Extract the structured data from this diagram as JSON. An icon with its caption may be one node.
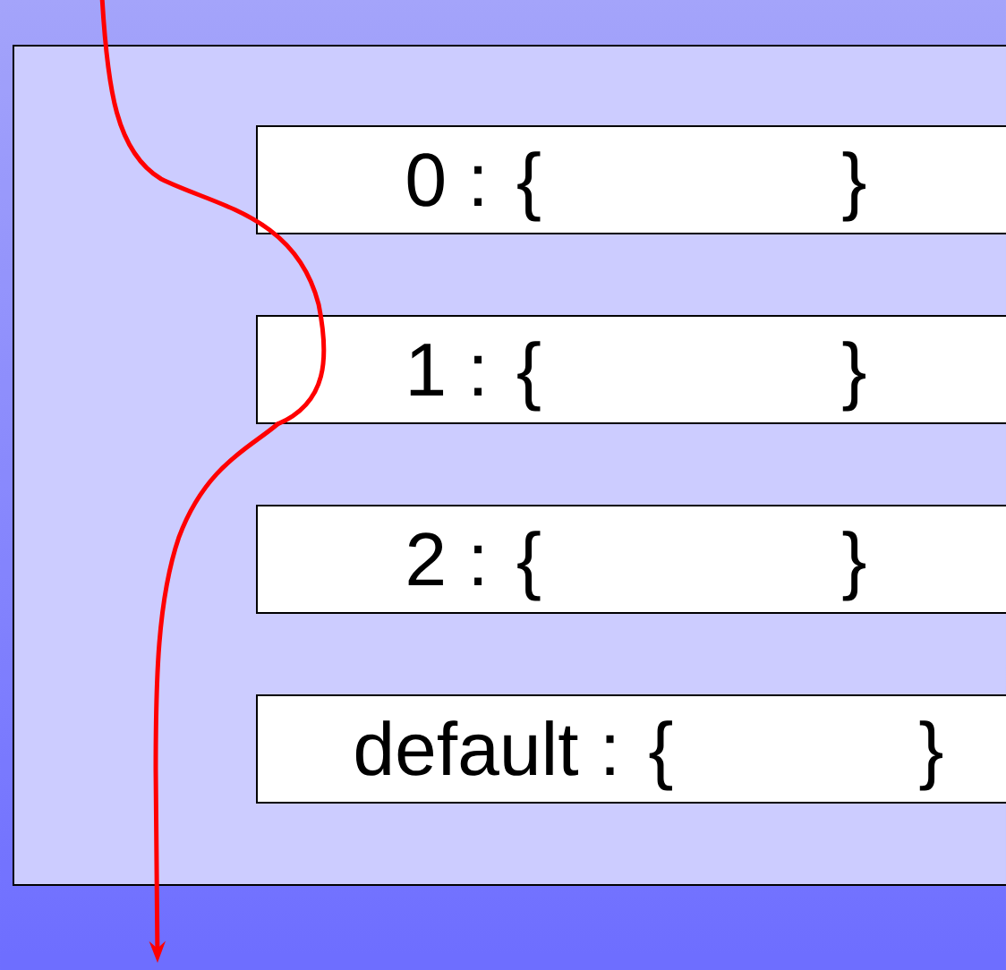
{
  "diagram": {
    "nodes": [
      {
        "text": [],
        "shape": "box"
      },
      {
        "text": [
          "0 : {",
          "}"
        ],
        "in": 0
      },
      {
        "text": [
          "1 : {",
          "}"
        ],
        "in": 0
      },
      {
        "text": [
          "2 : {",
          "}"
        ],
        "in": 0
      },
      {
        "text": [
          "default : {",
          "}"
        ],
        "in": 0
      }
    ],
    "edges": [
      {
        "from": null,
        "to": 2,
        "arrow": "none",
        "color": "#ff0000"
      },
      {
        "from": 2,
        "to": null,
        "arrow": "to",
        "color": "#ff0000"
      }
    ]
  }
}
